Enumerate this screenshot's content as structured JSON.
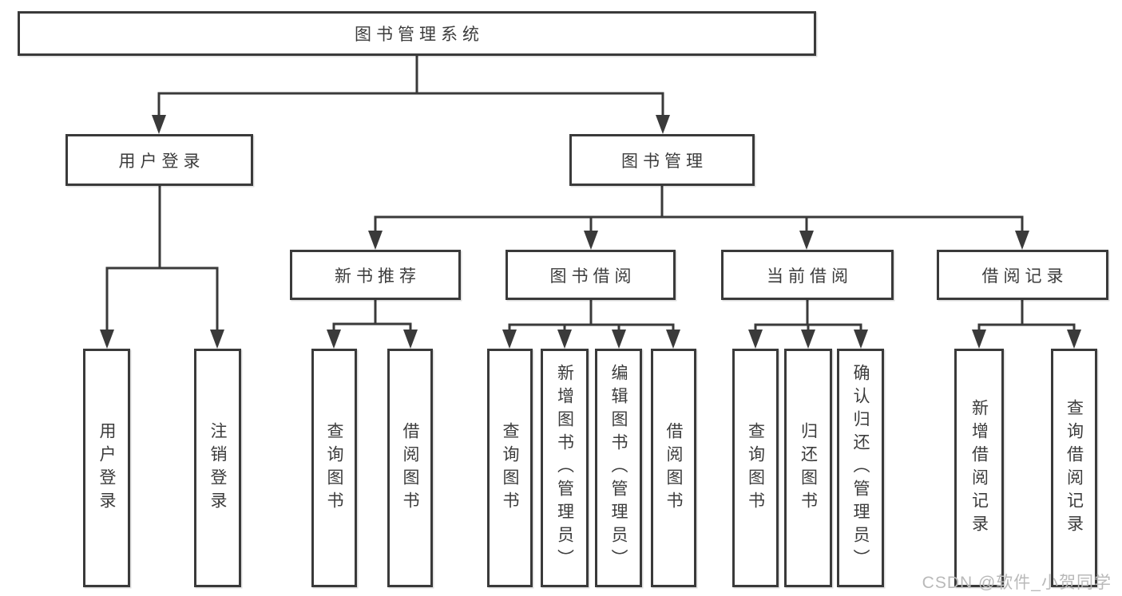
{
  "tree": {
    "root": {
      "label": "图书管理系统"
    },
    "branches": [
      {
        "label": "用户登录",
        "children": [
          {
            "label": "用户登录"
          },
          {
            "label": "注销登录"
          }
        ]
      },
      {
        "label": "图书管理",
        "children": [
          {
            "label": "新书推荐",
            "children": [
              {
                "label": "查询图书"
              },
              {
                "label": "借阅图书"
              }
            ]
          },
          {
            "label": "图书借阅",
            "children": [
              {
                "label": "查询图书"
              },
              {
                "label": "新增图书（管理员）"
              },
              {
                "label": "编辑图书（管理员）"
              },
              {
                "label": "借阅图书"
              }
            ]
          },
          {
            "label": "当前借阅",
            "children": [
              {
                "label": "查询图书"
              },
              {
                "label": "归还图书"
              },
              {
                "label": "确认归还（管理员）"
              }
            ]
          },
          {
            "label": "借阅记录",
            "children": [
              {
                "label": "新增借阅记录"
              },
              {
                "label": "查询借阅记录"
              }
            ]
          }
        ]
      }
    ]
  },
  "watermark": "CSDN @软件_小贺同学",
  "colors": {
    "line": "#3a3a3a",
    "box_border": "#3a3a3a",
    "box_fill": "#ffffff",
    "text": "#3c3c3c",
    "watermark": "#b9b9b9",
    "background": "#ffffff"
  }
}
